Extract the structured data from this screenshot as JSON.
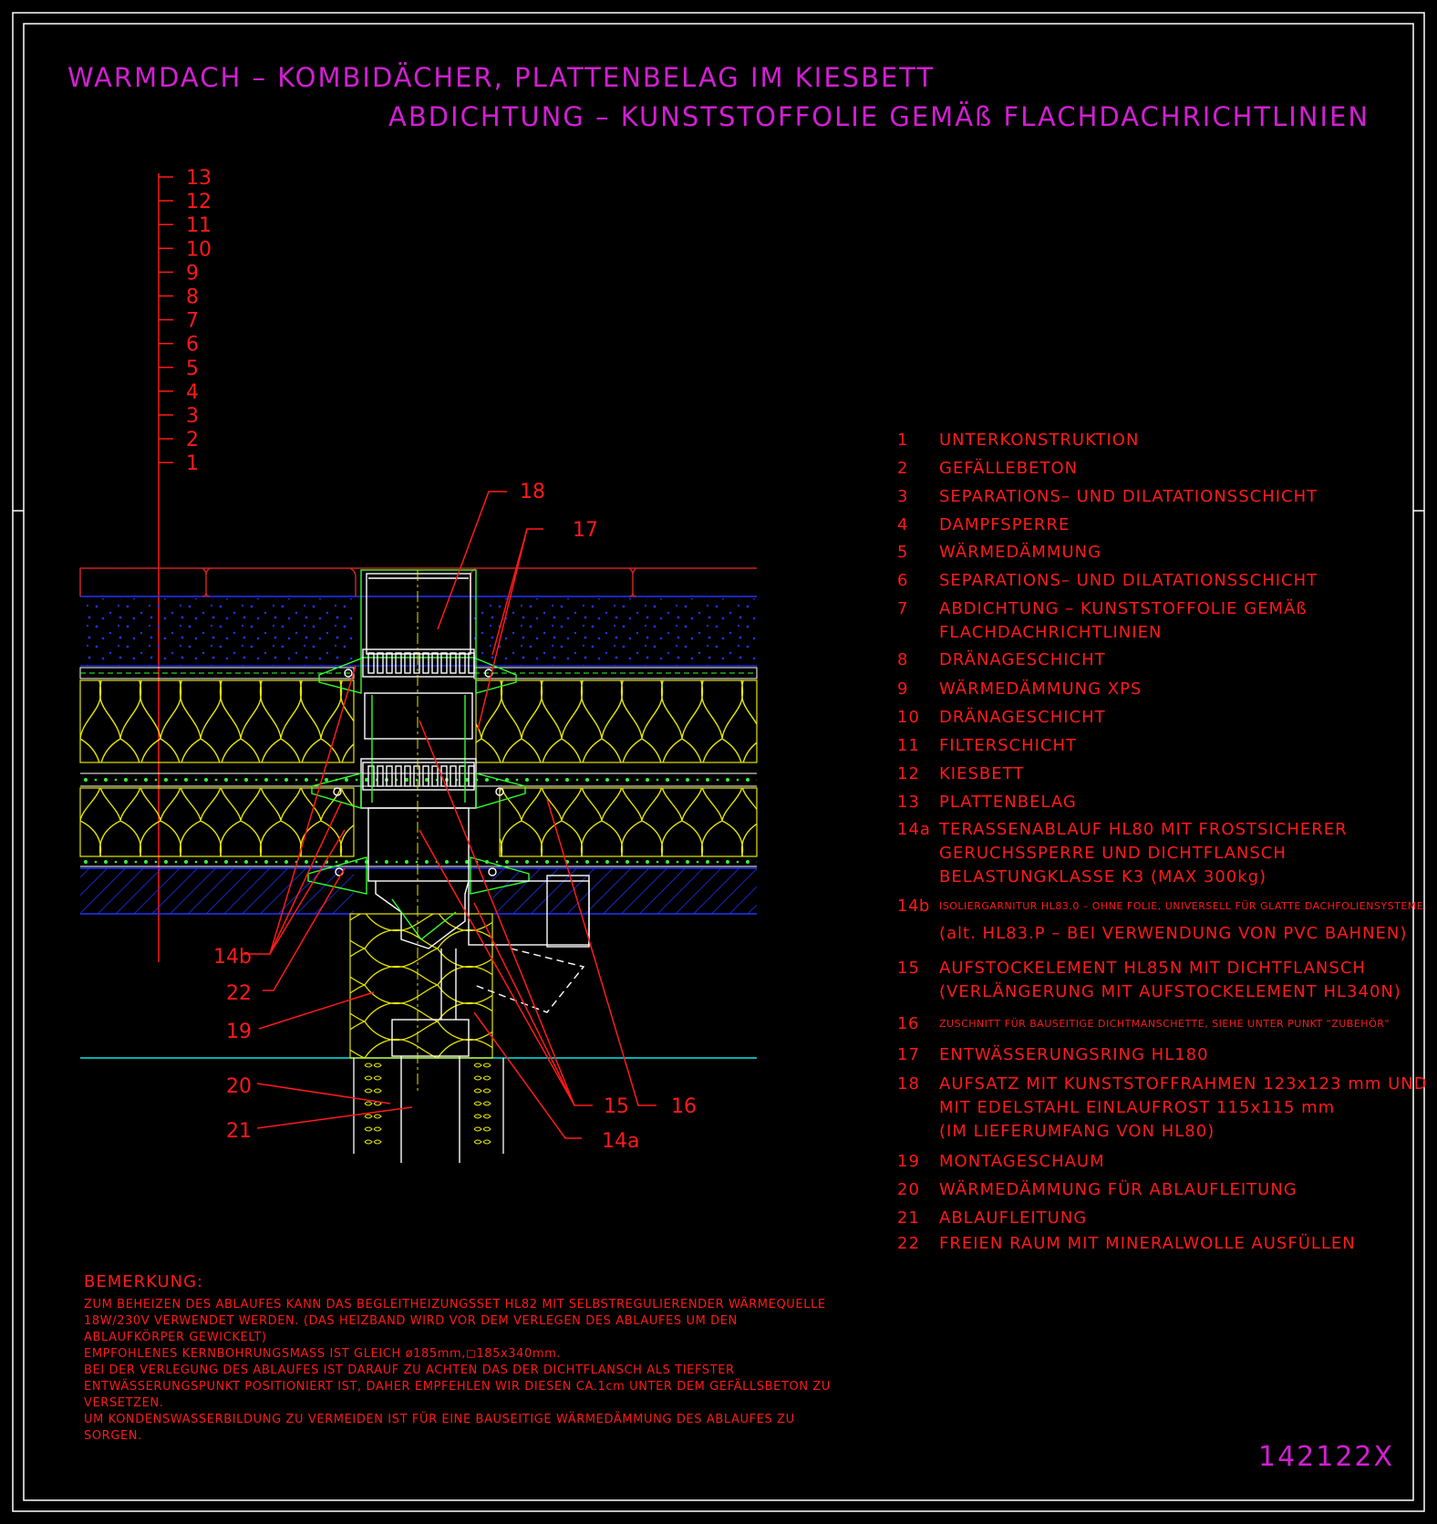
{
  "title": {
    "line1": "WARMDACH – KOMBIDÄCHER, PLATTENBELAG IM KIESBETT",
    "line2": "ABDICHTUNG – KUNSTSTOFFOLIE GEMÄß FLACHDACHRICHTLINIEN"
  },
  "layer_scale": [
    "13",
    "12",
    "11",
    "10",
    "9",
    "8",
    "7",
    "6",
    "5",
    "4",
    "3",
    "2",
    "1"
  ],
  "callouts": {
    "c18": "18",
    "c17": "17",
    "c14b": "14b",
    "c22": "22",
    "c19": "19",
    "c20": "20",
    "c21": "21",
    "c15": "15",
    "c16": "16",
    "c14a": "14a"
  },
  "legend": [
    {
      "num": "1",
      "lines": [
        "UNTERKONSTRUKTION"
      ]
    },
    {
      "num": "2",
      "lines": [
        "GEFÄLLEBETON"
      ]
    },
    {
      "num": "3",
      "lines": [
        "SEPARATIONS– UND DILATATIONSSCHICHT"
      ]
    },
    {
      "num": "4",
      "lines": [
        "DAMPFSPERRE"
      ]
    },
    {
      "num": "5",
      "lines": [
        "WÄRMEDÄMMUNG"
      ]
    },
    {
      "num": "6",
      "lines": [
        "SEPARATIONS– UND DILATATIONSSCHICHT"
      ]
    },
    {
      "num": "7",
      "lines": [
        "ABDICHTUNG – KUNSTSTOFFOLIE GEMÄß",
        "FLACHDACHRICHTLINIEN"
      ]
    },
    {
      "num": "8",
      "lines": [
        "DRÄNAGESCHICHT"
      ]
    },
    {
      "num": "9",
      "lines": [
        "WÄRMEDÄMMUNG XPS"
      ]
    },
    {
      "num": "10",
      "lines": [
        "DRÄNAGESCHICHT"
      ]
    },
    {
      "num": "11",
      "lines": [
        "FILTERSCHICHT"
      ]
    },
    {
      "num": "12",
      "lines": [
        "KIESBETT"
      ]
    },
    {
      "num": "13",
      "lines": [
        "PLATTENBELAG"
      ]
    },
    {
      "num": "14a",
      "lines": [
        "TERASSENABLAUF HL80 MIT FROSTSICHERER",
        "GERUCHSSPERRE UND DICHTFLANSCH",
        "BELASTUNGKLASSE K3 (MAX 300kg)"
      ]
    },
    {
      "num": "14b",
      "lines": [
        "ISOLIERGARNITUR HL83.0 – OHNE FOLIE, UNIVERSELL FÜR GLATTE DACHFOLIENSYSTEME."
      ],
      "small": true
    },
    {
      "num": "",
      "lines": [
        "(alt. HL83.P – BEI VERWENDUNG VON PVC BAHNEN)"
      ]
    },
    {
      "num": "15",
      "lines": [
        "AUFSTOCKELEMENT HL85N MIT DICHTFLANSCH",
        "(VERLÄNGERUNG MIT AUFSTOCKELEMENT HL340N)"
      ]
    },
    {
      "num": "16",
      "lines": [
        "ZUSCHNITT FÜR BAUSEITIGE DICHTMANSCHETTE, SIEHE UNTER PUNKT \"ZUBEHÖR\""
      ],
      "small": true
    },
    {
      "num": "17",
      "lines": [
        "ENTWÄSSERUNGSRING HL180"
      ]
    },
    {
      "num": "18",
      "lines": [
        "AUFSATZ MIT KUNSTSTOFFRAHMEN 123x123 mm UND",
        "MIT EDELSTAHL EINLAUFROST 115x115 mm",
        "(IM LIEFERUMFANG VON HL80)"
      ]
    },
    {
      "num": "19",
      "lines": [
        "MONTAGESCHAUM"
      ]
    },
    {
      "num": "20",
      "lines": [
        "WÄRMEDÄMMUNG FÜR ABLAUFLEITUNG"
      ]
    },
    {
      "num": "21",
      "lines": [
        "ABLAUFLEITUNG"
      ]
    },
    {
      "num": "22",
      "lines": [
        "FREIEN RAUM MIT MINERALWOLLE AUSFÜLLEN"
      ]
    }
  ],
  "remarks": {
    "title": "BEMERKUNG:",
    "lines": [
      "ZUM BEHEIZEN DES ABLAUFES KANN DAS BEGLEITHEIZUNGSSET HL82 MIT SELBSTREGULIERENDER WÄRMEQUELLE",
      "18W/230V VERWENDET WERDEN. (DAS HEIZBAND WIRD VOR DEM VERLEGEN DES ABLAUFES UM DEN",
      "ABLAUFKÖRPER GEWICKELT)",
      "EMPFOHLENES KERNBOHRUNGSMASS IST GLEICH ø185mm,◻185x340mm.",
      "BEI DER VERLEGUNG DES ABLAUFES IST DARAUF ZU ACHTEN DAS DER DICHTFLANSCH ALS TIEFSTER",
      "ENTWÄSSERUNGSPUNKT POSITIONIERT IST, DAHER EMPFEHLEN WIR DIESEN CA.1cm UNTER DEM GEFÄLLSBETON ZU",
      "VERSETZEN.",
      "UM KONDENSWASSERBILDUNG ZU VERMEIDEN IST FÜR EINE BAUSEITIGE WÄRMEDÄMMUNG DES ABLAUFES ZU",
      "SORGEN."
    ]
  },
  "drawing_code": "142122X",
  "colors": {
    "background": "#000000",
    "title": "#d21fd2",
    "text": "#ff1a1a",
    "frame": "#ffffff",
    "insulation": "#e6e600",
    "drain": "#ffffff",
    "drain_accent": "#33ff33",
    "gravel_dots": "#2233ff",
    "slab_hatch": "#2233ff",
    "floor_line": "#00c8c8"
  }
}
